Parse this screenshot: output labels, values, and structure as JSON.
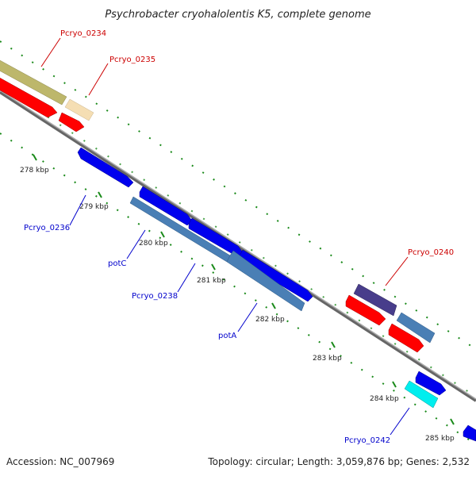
{
  "header": {
    "title": "Psychrobacter cryohalolentis K5, complete genome"
  },
  "footer": {
    "accession": "Accession: NC_007969",
    "topology": "Topology: circular; Length: 3,059,876 bp; Genes: 2,532"
  },
  "ticks": [
    {
      "label": "278 kbp"
    },
    {
      "label": "279 kbp"
    },
    {
      "label": "280 kbp"
    },
    {
      "label": "281 kbp"
    },
    {
      "label": "282 kbp"
    },
    {
      "label": "283 kbp"
    },
    {
      "label": "284 kbp"
    },
    {
      "label": "285 kbp"
    }
  ],
  "gene_labels": [
    {
      "text": "Pcryo_0234",
      "color": "#cc0000"
    },
    {
      "text": "Pcryo_0235",
      "color": "#cc0000"
    },
    {
      "text": "Pcryo_0236",
      "color": "#0000cc"
    },
    {
      "text": "potC",
      "color": "#0000cc"
    },
    {
      "text": "Pcryo_0238",
      "color": "#0000cc"
    },
    {
      "text": "potA",
      "color": "#0000cc"
    },
    {
      "text": "Pcryo_0240",
      "color": "#cc0000"
    },
    {
      "text": "Pcryo_0242",
      "color": "#0000cc"
    }
  ],
  "colors": {
    "backbone": "#888888",
    "tick": "#1a8a1a",
    "red_gene": "#ff0000",
    "blue_gene": "#0000ee",
    "steelblue_gene": "#4a7fb5",
    "khaki_gene": "#bdb76b",
    "wheat_gene": "#f5deb3",
    "darkslate_gene": "#483d8b",
    "cyan_gene": "#00eeee"
  }
}
